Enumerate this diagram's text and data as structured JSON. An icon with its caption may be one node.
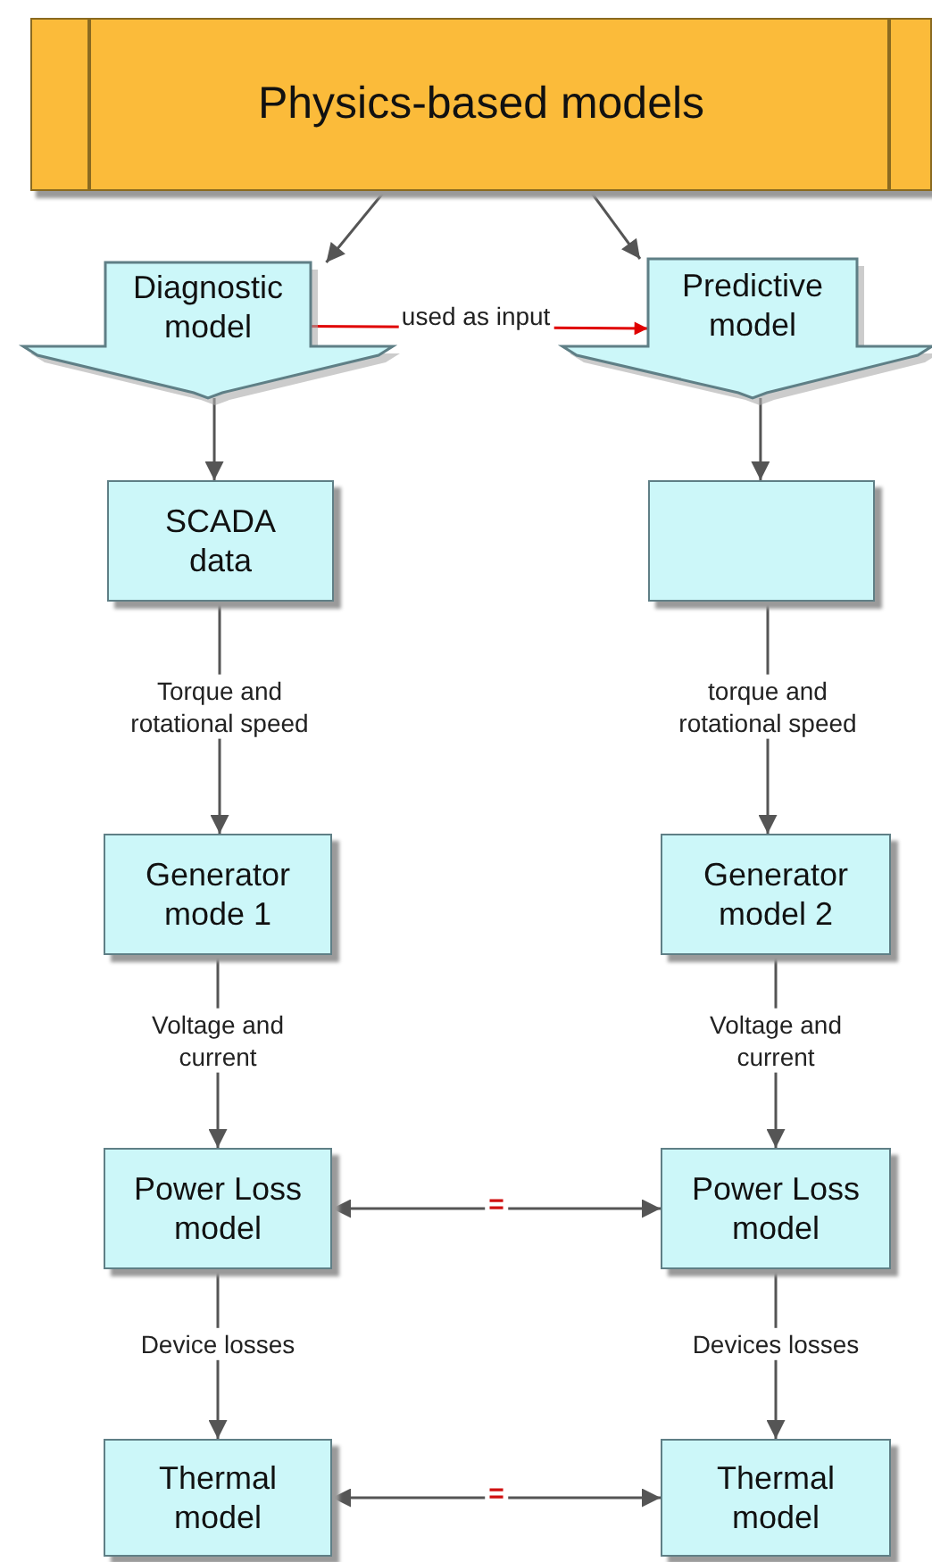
{
  "diagram": {
    "nodes": [
      {
        "text": [
          "Physics-based models"
        ]
      },
      {
        "text": [
          "Diagnostic model"
        ]
      },
      {
        "text": [
          "Predictive model"
        ]
      },
      {
        "text": [
          "SCADA data"
        ]
      },
      {
        "text": [],
        "shape": "box"
      },
      {
        "text": [
          "Generator mode 1"
        ]
      },
      {
        "text": [
          "Generator model 2"
        ]
      },
      {
        "text": [
          "Power Loss model"
        ]
      },
      {
        "text": [
          "Power Loss model"
        ]
      },
      {
        "text": [
          "Thermal model"
        ]
      },
      {
        "text": [
          "Thermal model"
        ]
      }
    ],
    "edges": [
      {
        "from": 0,
        "to": 1,
        "arrow": "to"
      },
      {
        "from": 0,
        "to": 2,
        "arrow": "to"
      },
      {
        "from": 1,
        "to": 2,
        "arrow": "to",
        "label": "used as input",
        "color": "#e00000"
      },
      {
        "from": 1,
        "to": 3,
        "arrow": "to"
      },
      {
        "from": 2,
        "to": 4,
        "arrow": "to"
      },
      {
        "from": 3,
        "to": 5,
        "arrow": "to",
        "label": "Torque and rotational speed"
      },
      {
        "from": 4,
        "to": 6,
        "arrow": "to",
        "label": "torque and rotational speed"
      },
      {
        "from": 5,
        "to": 7,
        "arrow": "to",
        "label": "Voltage and current"
      },
      {
        "from": 6,
        "to": 8,
        "arrow": "to",
        "label": "Voltage and current"
      },
      {
        "from": 7,
        "to": 8,
        "arrow": "both",
        "label": "="
      },
      {
        "from": 7,
        "to": 9,
        "arrow": "to",
        "label": "Device losses"
      },
      {
        "from": 8,
        "to": 10,
        "arrow": "to",
        "label": "Devices losses"
      },
      {
        "from": 9,
        "to": 10,
        "arrow": "both",
        "label": "="
      }
    ]
  }
}
